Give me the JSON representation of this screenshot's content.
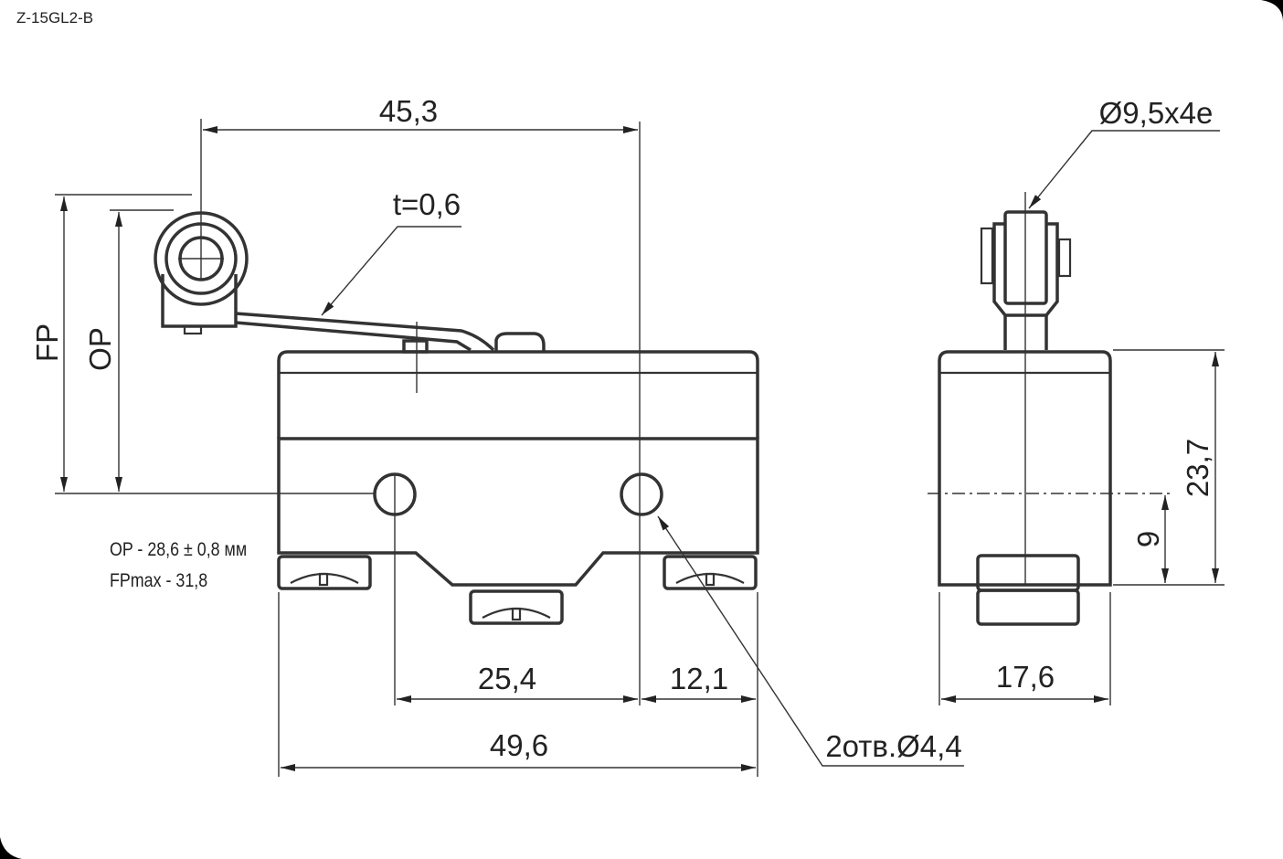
{
  "model": "Z-15GL2-B",
  "dimensions": {
    "lever_length": "45,3",
    "lever_thickness": "t=0,6",
    "fp": "FP",
    "op": "OP",
    "hole_spacing": "25,4",
    "hole_to_edge": "12,1",
    "body_length": "49,6",
    "holes": "2отв.Ø4,4",
    "roller": "Ø9,5x4e",
    "body_height": "23,7",
    "hole_height": "9",
    "body_width": "17,6"
  },
  "notes": {
    "op": "OP - 28,6 ± 0,8 мм",
    "fp": "FPmax - 31,8"
  },
  "colors": {
    "line": "#333333",
    "frame": "#000000"
  }
}
